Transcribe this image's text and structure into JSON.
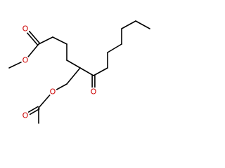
{
  "molecule": {
    "bond_color": "#000000",
    "oxygen_color": "#cc0000",
    "atoms": [
      {
        "id": "o_ester_carbonyl",
        "label": "O"
      },
      {
        "id": "o_ester_methoxy",
        "label": "O"
      },
      {
        "id": "o_ketone",
        "label": "O"
      },
      {
        "id": "o_acetate_ether",
        "label": "O"
      },
      {
        "id": "o_acetate_carbonyl",
        "label": "O"
      }
    ]
  }
}
